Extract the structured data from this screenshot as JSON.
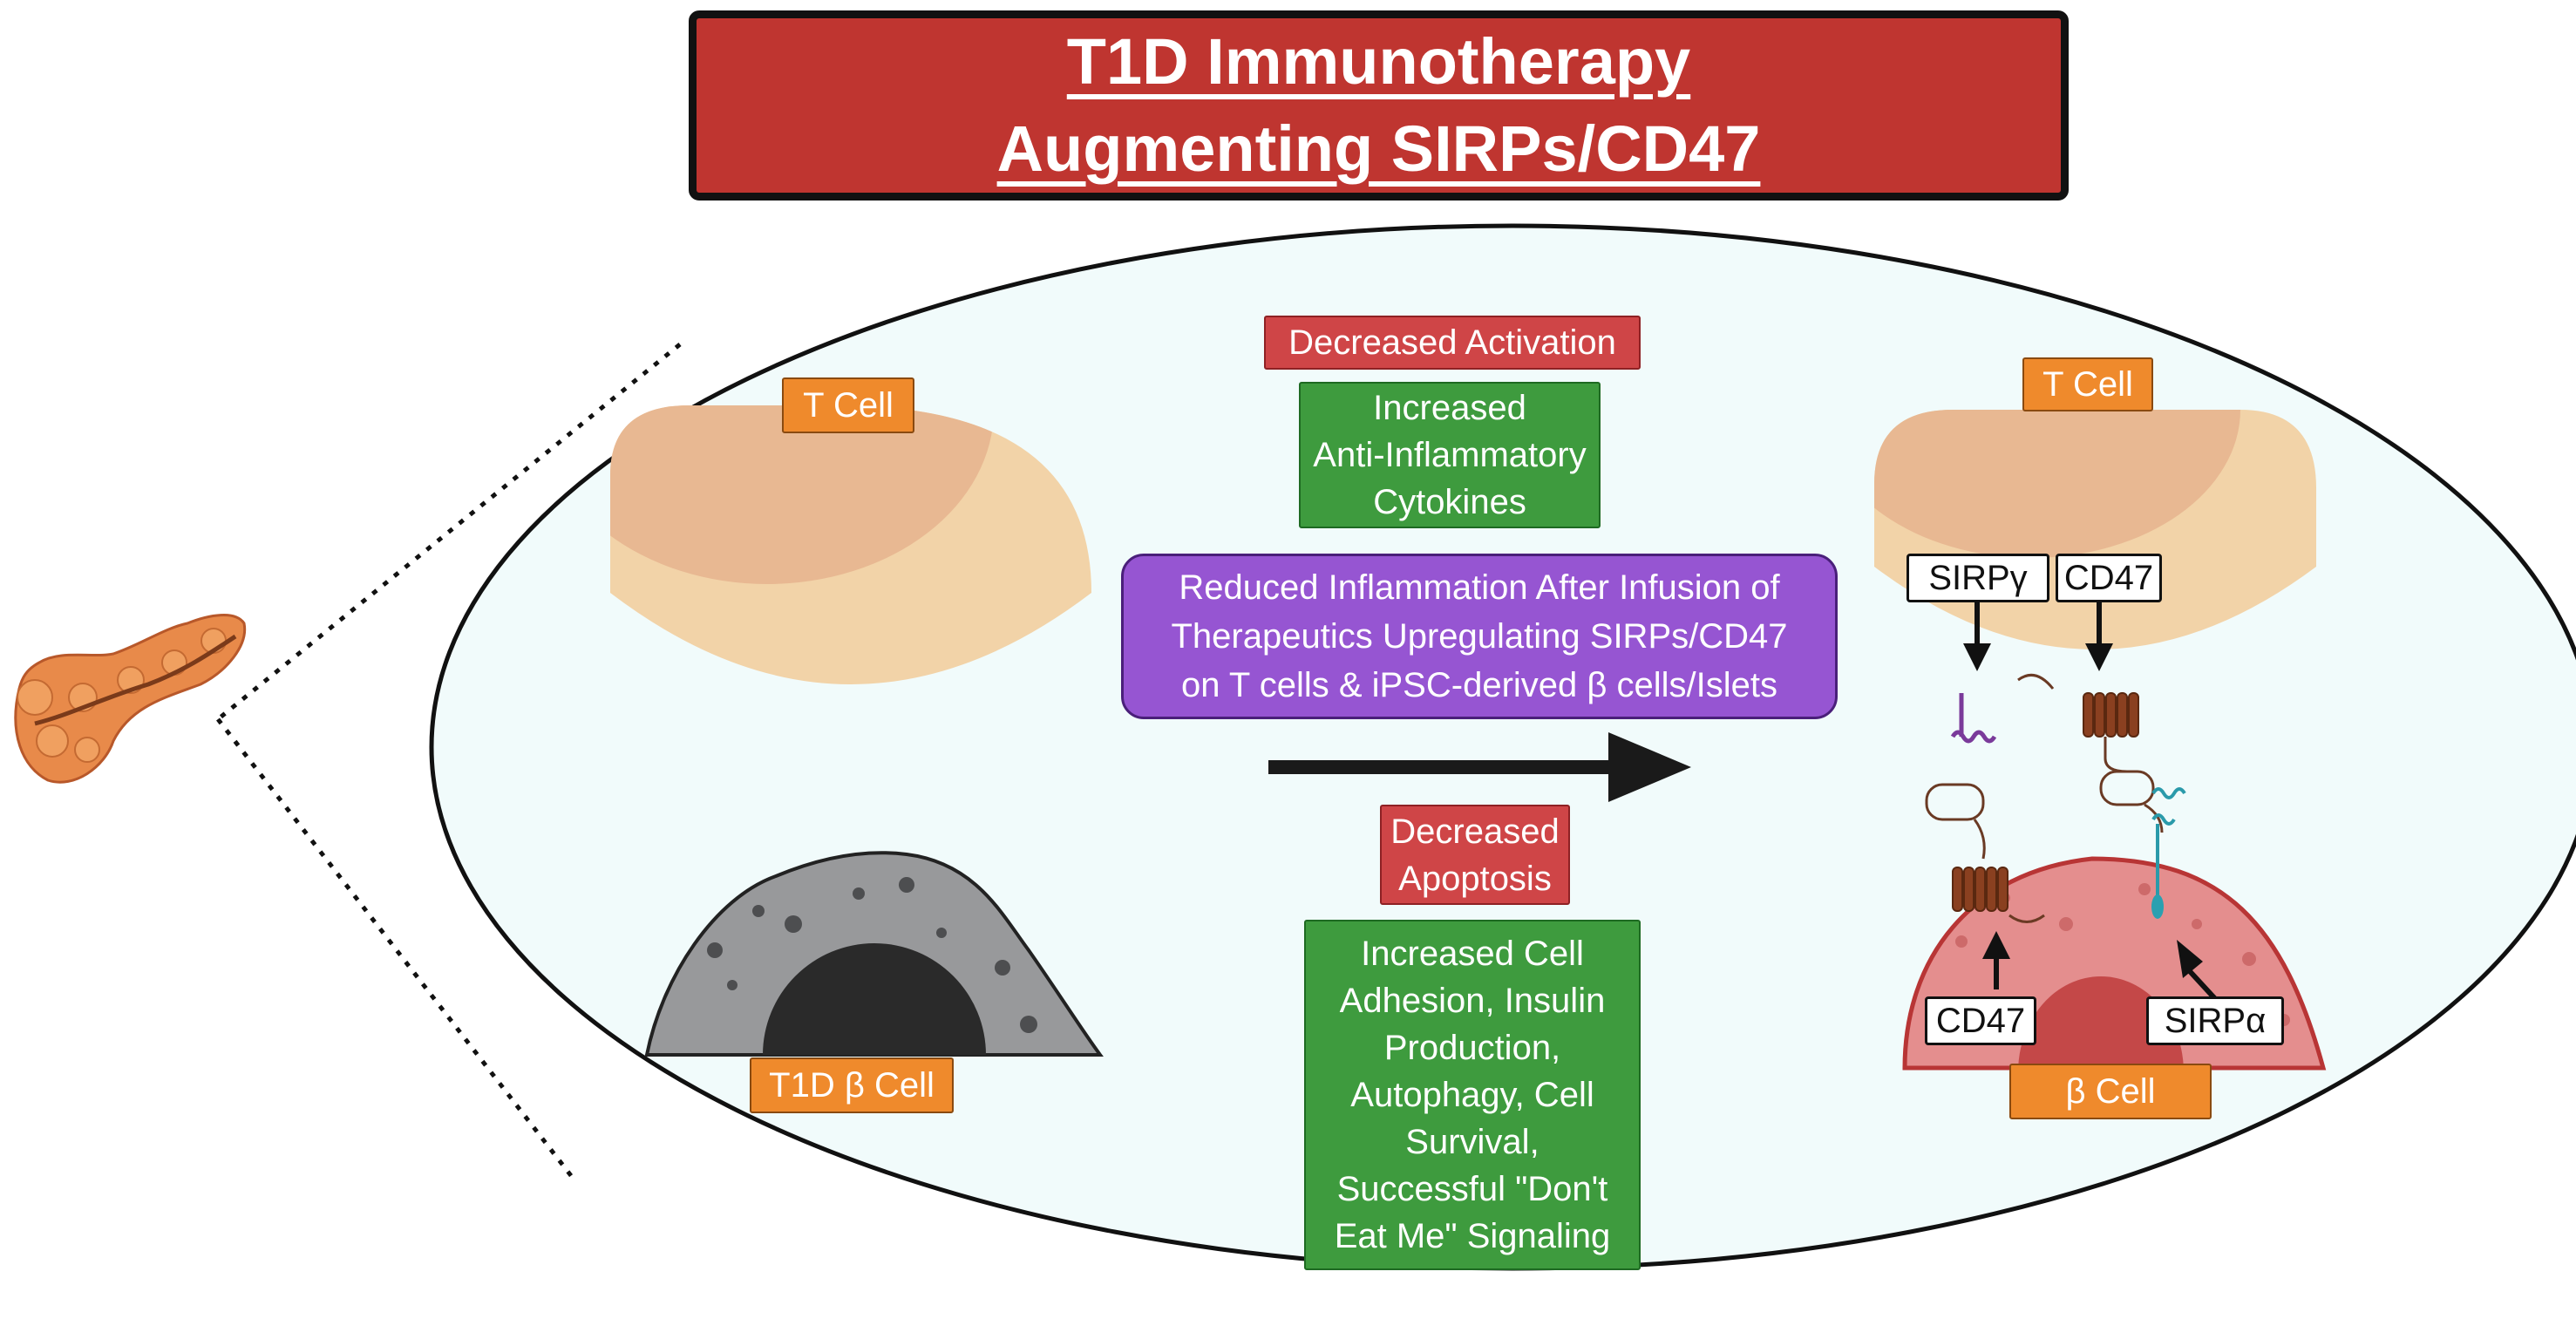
{
  "title": {
    "line1": "T1D Immunotherapy",
    "line2": "Augmenting SIRPs/CD47"
  },
  "left": {
    "t_cell_label": "T Cell",
    "beta_cell_label": "T1D β Cell"
  },
  "center": {
    "top_effect": "Decreased Activation",
    "top_effect_detail": [
      "Increased",
      "Anti-Inflammatory",
      "Cytokines"
    ],
    "main_message": [
      "Reduced Inflammation After Infusion of",
      "Therapeutics Upregulating SIRPs/CD47",
      "on T cells & iPSC-derived β cells/Islets"
    ],
    "bottom_effect": [
      "Decreased",
      "Apoptosis"
    ],
    "bottom_effect_detail": [
      "Increased Cell",
      "Adhesion, Insulin",
      "Production,",
      "Autophagy, Cell",
      "Survival,",
      "Successful \"Don't",
      "Eat Me\" Signaling"
    ]
  },
  "right": {
    "t_cell_label": "T Cell",
    "t_cell_receptors": [
      "SIRPγ",
      "CD47"
    ],
    "beta_cell_receptors": [
      "CD47",
      "SIRPα"
    ],
    "beta_cell_label": "β Cell"
  },
  "colors": {
    "title_bg": "#bf3530",
    "label_orange": "#ef8a2c",
    "label_red": "#cf4547",
    "label_green": "#3e9b3e",
    "label_purple": "#9655d2",
    "ellipse_fill": "#f1fbfb",
    "t_cell": "#f2d3a8",
    "t1d_beta_cell": "#98999b",
    "beta_cell": "#e48e8e"
  }
}
